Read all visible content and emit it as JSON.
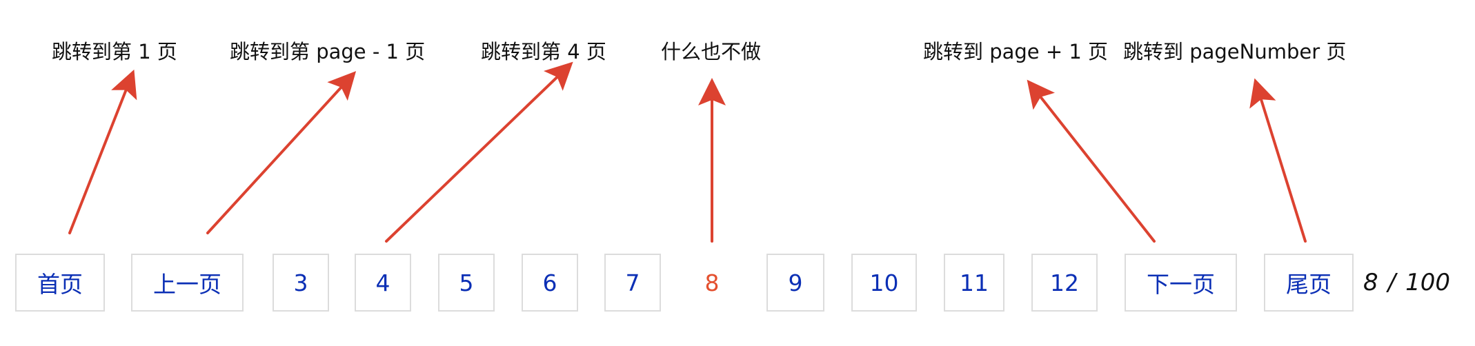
{
  "annotations": {
    "first": "跳转到第 1 页",
    "prev": "跳转到第 page - 1 页",
    "page4": "跳转到第 4 页",
    "current": "什么也不做",
    "next": "跳转到 page + 1 页",
    "last": "跳转到 pageNumber 页"
  },
  "pagination": {
    "first_label": "首页",
    "prev_label": "上一页",
    "pages": [
      "3",
      "4",
      "5",
      "6",
      "7",
      "8",
      "9",
      "10",
      "11",
      "12"
    ],
    "current_page": "8",
    "next_label": "下一页",
    "last_label": "尾页",
    "summary_current": "8",
    "summary_separator": "/",
    "summary_total": "100"
  },
  "colors": {
    "link": "#0b2fb5",
    "current": "#e4502f",
    "arrow": "#dc4230",
    "border": "#dcdcdc"
  }
}
